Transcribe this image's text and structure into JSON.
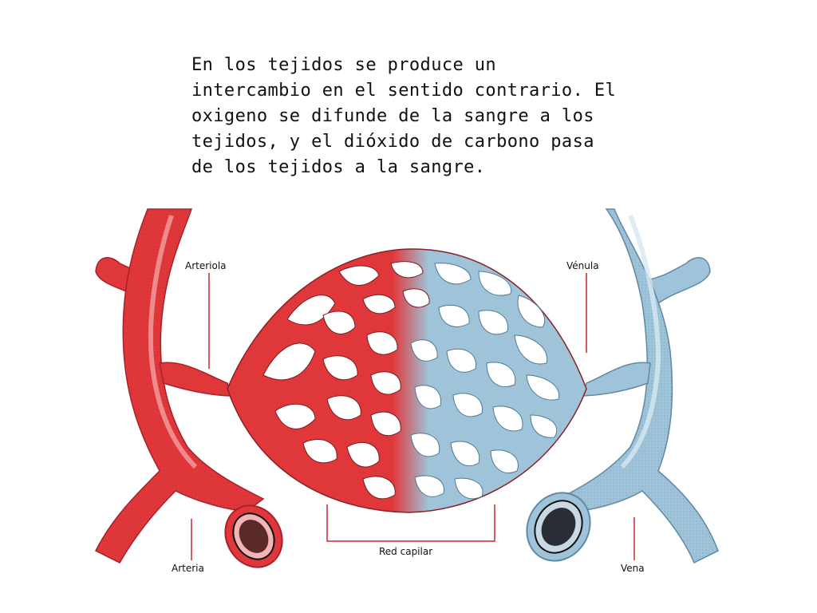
{
  "caption": "En los tejidos se produce un\nintercambio en el sentido contrario. El\noxigeno se difunde de la sangre a los\ntejidos, y el dióxido de carbono pasa\nde los tejidos a la sangre.",
  "labels": {
    "arteriola": "Arteriola",
    "venula": "Vénula",
    "arteria": "Arteria",
    "vena": "Vena",
    "red_capilar": "Red capilar"
  },
  "colors": {
    "artery": "#e0383a",
    "artery_dark": "#a8202a",
    "artery_light": "#f4a0a0",
    "vein": "#9fc3d8",
    "vein_dark": "#5f8aa6",
    "vein_light": "#d6e8f2",
    "leader": "#c8282e"
  }
}
